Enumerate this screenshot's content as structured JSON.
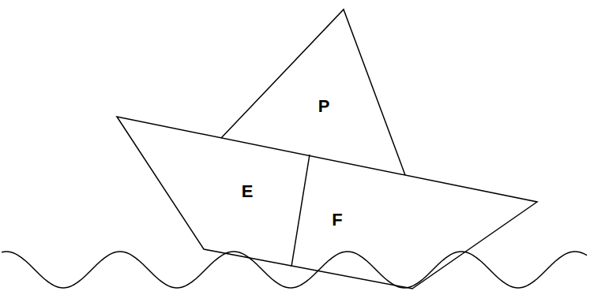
{
  "diagram": {
    "labels": [
      "P",
      "E",
      "F"
    ]
  }
}
